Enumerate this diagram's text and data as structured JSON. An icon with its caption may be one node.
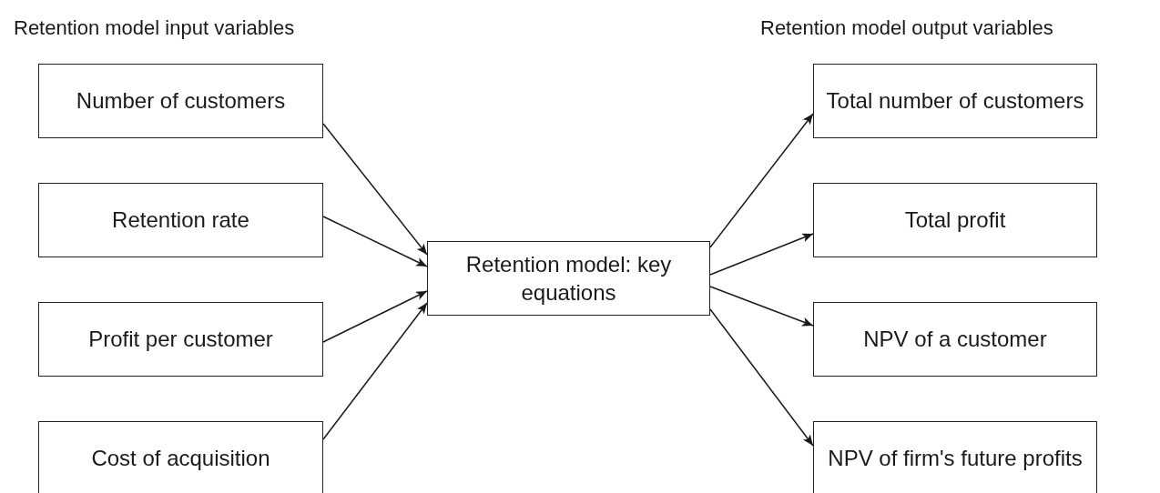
{
  "diagram": {
    "nodes": [
      {
        "text": [
          "Number of customers"
        ]
      },
      {
        "text": [
          "Retention rate"
        ]
      },
      {
        "text": [
          "Profit per customer"
        ]
      },
      {
        "text": [
          "Cost of acquisition"
        ]
      },
      {
        "text": [
          "Retention model: key equations"
        ]
      },
      {
        "text": [
          "Total number of customers"
        ]
      },
      {
        "text": [
          "Total profit"
        ]
      },
      {
        "text": [
          "NPV of a customer"
        ]
      },
      {
        "text": [
          "NPV of firm's future profits"
        ]
      }
    ],
    "edges": [
      {
        "from": 0,
        "to": 4,
        "arrow": "to"
      },
      {
        "from": 1,
        "to": 4,
        "arrow": "to"
      },
      {
        "from": 2,
        "to": 4,
        "arrow": "to"
      },
      {
        "from": 3,
        "to": 4,
        "arrow": "to"
      },
      {
        "from": 4,
        "to": 5,
        "arrow": "to"
      },
      {
        "from": 4,
        "to": 6,
        "arrow": "to"
      },
      {
        "from": 4,
        "to": 7,
        "arrow": "to"
      },
      {
        "from": 4,
        "to": 8,
        "arrow": "to"
      }
    ],
    "labels": [
      "Retention model input variables",
      "Retention model output variables"
    ]
  }
}
